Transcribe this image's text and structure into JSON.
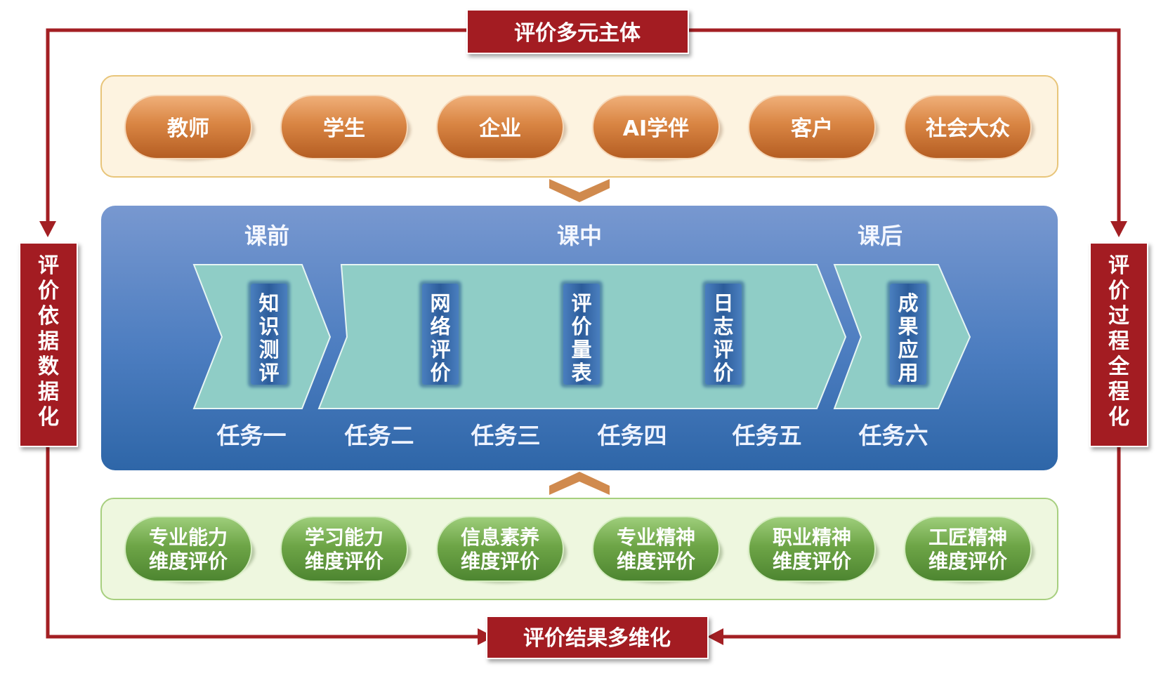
{
  "labels": {
    "top": "评价多元主体",
    "bottom": "评价结果多维化",
    "left": "评价依据数据化",
    "right": "评价过程全程化"
  },
  "subjects": [
    "教师",
    "学生",
    "企业",
    "AI学伴",
    "客户",
    "社会大众"
  ],
  "stages": [
    "课前",
    "课中",
    "课后"
  ],
  "methods": [
    "知识测评",
    "网络评价",
    "评价量表",
    "日志评价",
    "成果应用"
  ],
  "tasks": [
    "任务一",
    "任务二",
    "任务三",
    "任务四",
    "任务五",
    "任务六"
  ],
  "dimensions": [
    [
      "专业能力",
      "维度评价"
    ],
    [
      "学习能力",
      "维度评价"
    ],
    [
      "信息素养",
      "维度评价"
    ],
    [
      "专业精神",
      "维度评价"
    ],
    [
      "职业精神",
      "维度评价"
    ],
    [
      "工匠精神",
      "维度评价"
    ]
  ],
  "colors": {
    "frame_red": "#a31f23",
    "orange_pill": "#c8702e",
    "green_pill": "#5f9a3c",
    "blue_panel": "#3f6fb5",
    "teal_arrow": "#8fcdc6",
    "method_box": "#2f5f9c"
  }
}
